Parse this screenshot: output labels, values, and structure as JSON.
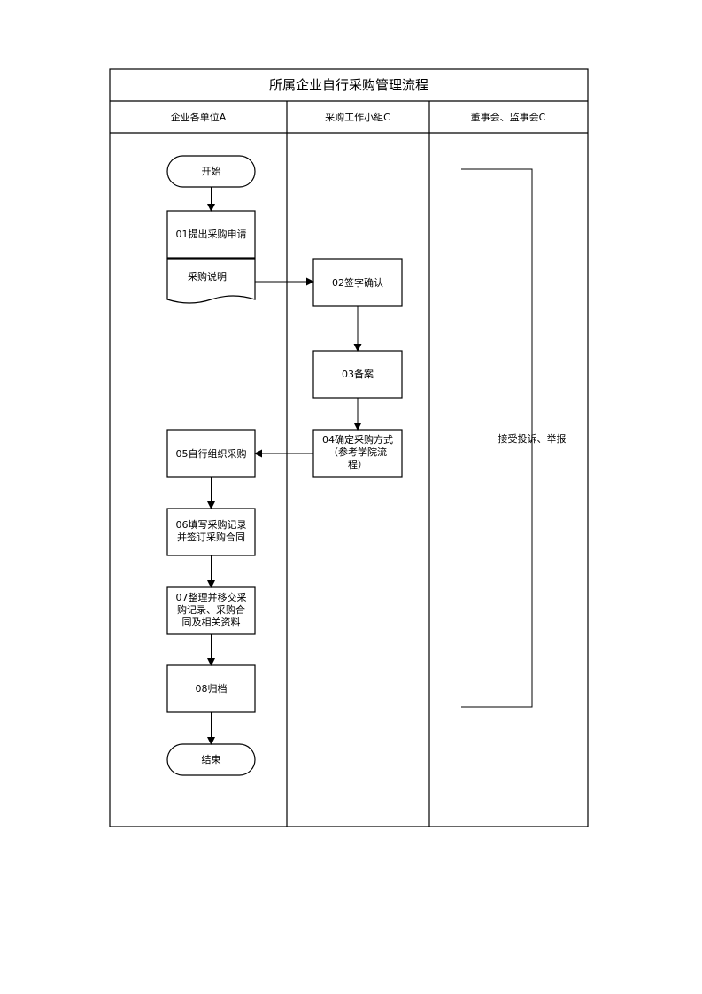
{
  "title": "所属企业自行采购管理流程",
  "lanes": [
    {
      "id": "lane-a",
      "label": "企业各单位A"
    },
    {
      "id": "lane-b",
      "label": "采购工作小組C"
    },
    {
      "id": "lane-c",
      "label": "董事会、监事会C"
    }
  ],
  "nodes": {
    "start": {
      "lines": [
        "开始"
      ]
    },
    "n01": {
      "lines": [
        "01提出采购申请"
      ]
    },
    "doc": {
      "lines": [
        "采购说明"
      ]
    },
    "n02": {
      "lines": [
        "02签字确认"
      ]
    },
    "n03": {
      "lines": [
        "03备案"
      ]
    },
    "n04": {
      "lines": [
        "04确定采购方式",
        "（参考学院流",
        "程）"
      ]
    },
    "n05": {
      "lines": [
        "05自行组织采购"
      ]
    },
    "n06": {
      "lines": [
        "06填写采购记录",
        "并签订采购合同"
      ]
    },
    "n07": {
      "lines": [
        "07整理并移交采",
        "购记录、采购合",
        "同及相关资料"
      ]
    },
    "n08": {
      "lines": [
        "08归档"
      ]
    },
    "end": {
      "lines": [
        "结束"
      ]
    }
  },
  "oversight": {
    "label": "接受投诉、举报"
  }
}
